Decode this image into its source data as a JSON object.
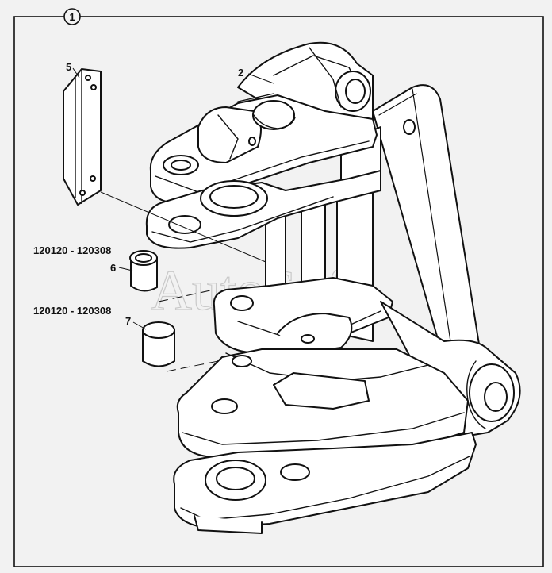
{
  "diagram": {
    "frame_number": "1",
    "callouts": [
      {
        "id": "c2",
        "text": "2"
      },
      {
        "id": "c5",
        "text": "5"
      },
      {
        "id": "c6",
        "text": "6"
      },
      {
        "id": "c7",
        "text": "7"
      }
    ],
    "serial_ranges": [
      {
        "id": "r6",
        "text": "120120 - 120308"
      },
      {
        "id": "r7",
        "text": "120120 - 120308"
      }
    ],
    "watermark": "AutoSoft",
    "colors": {
      "line": "#111111",
      "fill": "#ffffff",
      "shade": "#d9d9d9",
      "background": "#f2f2f2"
    }
  }
}
